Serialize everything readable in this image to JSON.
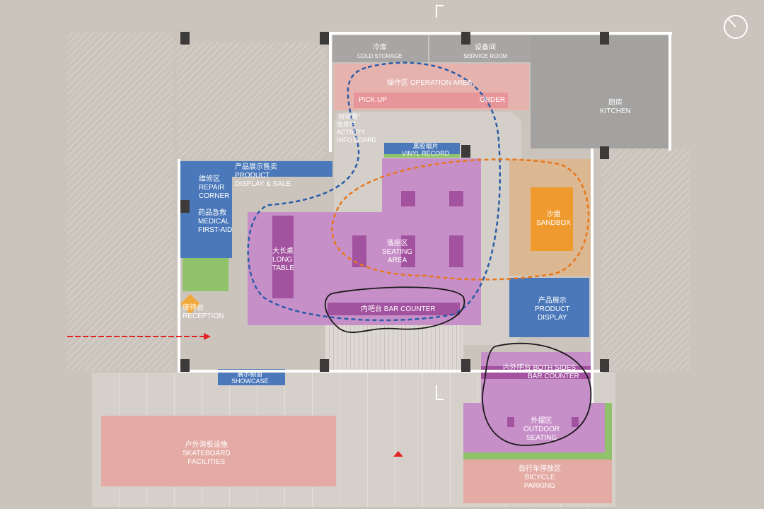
{
  "zones": {
    "cold_storage": {
      "cn": "冷库",
      "en": "COLD STORAGE"
    },
    "service_room": {
      "cn": "设备间",
      "en": "SERVICE ROOM"
    },
    "kitchen": {
      "cn": "厨房",
      "en": "KITCHEN"
    },
    "operation_area": {
      "cn": "操作区",
      "en": "OPERATION AREA"
    },
    "pick_up": "PICK UP",
    "order": "ORDER",
    "activity_board": {
      "cn1": "“好玩趣”",
      "cn2": "信息栏",
      "en1": "ACTIVITY",
      "en2": "INFO BOARD"
    },
    "vinyl_record": {
      "cn": "黑胶唱片",
      "en": "VINYL RECORD"
    },
    "product_display_sale": {
      "cn": "产品展示售卖",
      "en1": "PRODUCT",
      "en2": "DISPLAY & SALE"
    },
    "repair_corner": {
      "cn": "维修区",
      "en1": "REPAIR",
      "en2": "CORNER"
    },
    "medical_first_aid": {
      "cn": "药品急救",
      "en1": "MEDICAL",
      "en2": "FIRST-AID"
    },
    "reception": {
      "cn": "接待台",
      "en": "RECEPTION"
    },
    "long_table": {
      "cn": "大长桌",
      "en1": "LONG",
      "en2": "TABLE"
    },
    "seating_area": {
      "cn": "落座区",
      "en1": "SEATING",
      "en2": "AREA"
    },
    "sandbox": {
      "cn": "沙盘",
      "en": "SANDBOX"
    },
    "product_display": {
      "cn": "产品展示",
      "en1": "PRODUCT",
      "en2": "DISPLAY"
    },
    "bar_counter": {
      "cn": "内吧台",
      "en": "BAR COUNTER"
    },
    "both_sides_bar": {
      "cn": "内外吧台",
      "en1": "BOTH SIDES",
      "en2": "BAR COUNTER"
    },
    "outdoor_seating": {
      "cn": "外摆区",
      "en1": "OUTDOOR",
      "en2": "SEATING"
    },
    "bicycle_parking": {
      "cn": "自行车停放区",
      "en1": "BICYCLE",
      "en2": "PARKING"
    },
    "showcase": {
      "cn": "展示橱窗",
      "en": "SHOWCASE"
    },
    "skateboard": {
      "cn": "户外滑板设施",
      "en1": "SKATEBOARD",
      "en2": "FACILITIES"
    }
  },
  "colors": {
    "background": "#cbc4bd",
    "service": "#a8a6a4",
    "operation": "#e6b2ae",
    "counter_red": "#e8959a",
    "blue": "#4a78ba",
    "green": "#8fc26a",
    "purple": "#c78fc8",
    "purple_dark": "#a2529f",
    "orange": "#ef9a2e",
    "sand": "#dcb892",
    "pink": "#e4aaa4"
  },
  "icons": [
    "north-compass-icon",
    "entrance-arrow-icon",
    "entrance-triangle-icon"
  ]
}
